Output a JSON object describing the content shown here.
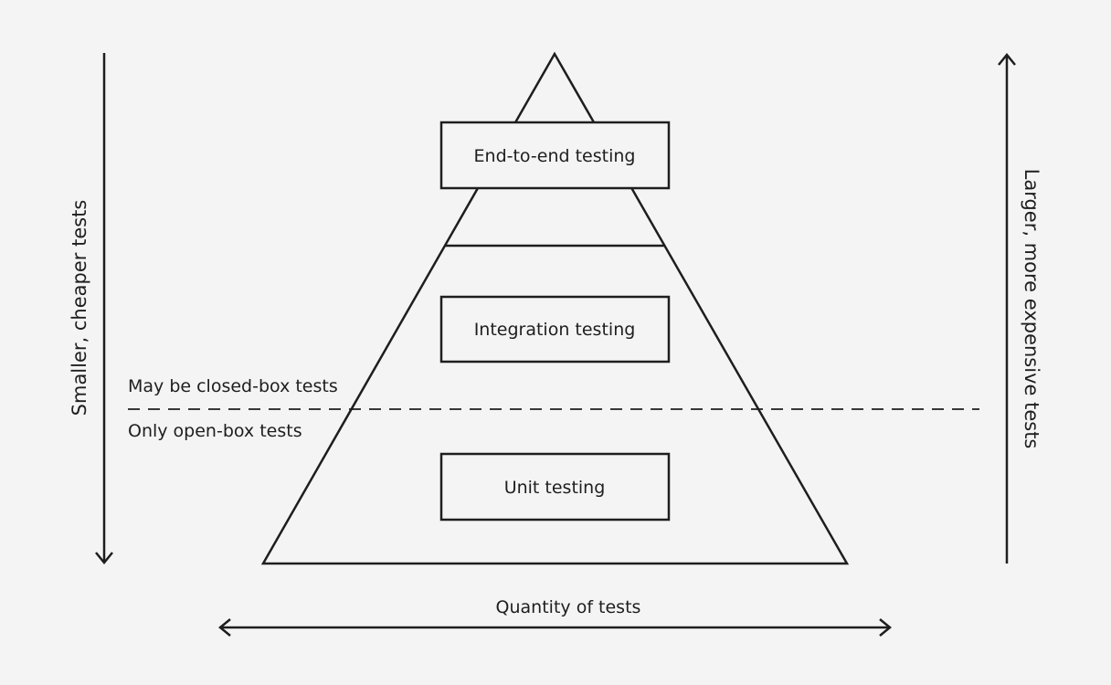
{
  "pyramid": {
    "top_box_label": "End-to-end testing",
    "middle_box_label": "Integration testing",
    "bottom_box_label": "Unit testing"
  },
  "boundary": {
    "upper_label": "May be closed-box tests",
    "lower_label": "Only open-box tests"
  },
  "axes": {
    "left_label": "Smaller, cheaper tests",
    "right_label": "Larger, more expensive tests",
    "bottom_label": "Quantity of tests"
  }
}
